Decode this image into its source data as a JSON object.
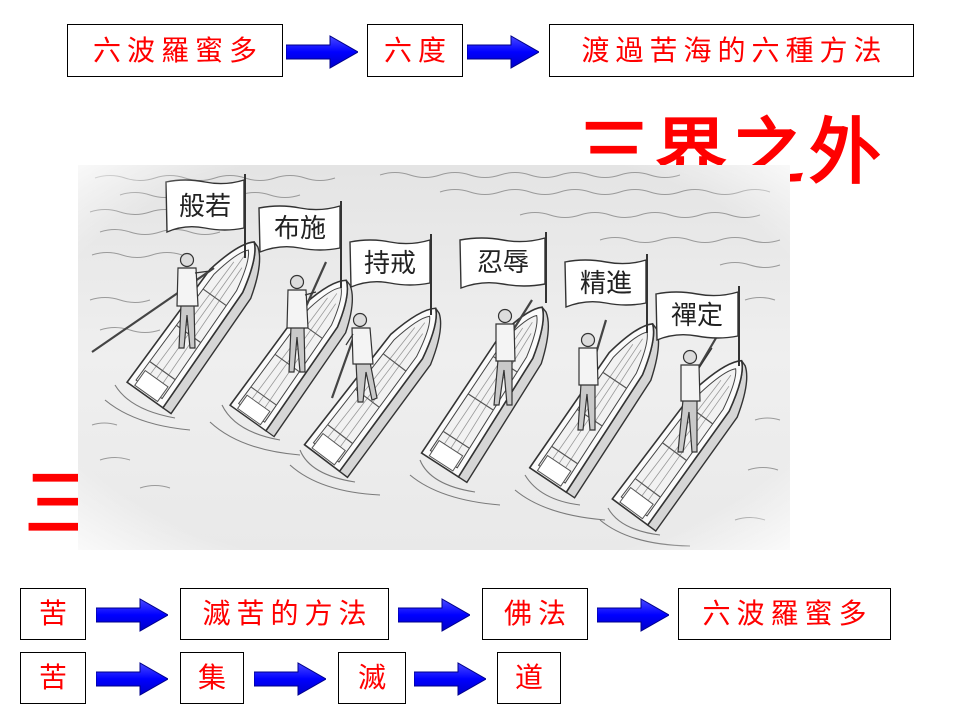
{
  "top_row": {
    "box1": "六波羅蜜多",
    "box2": "六度",
    "box3": "渡過苦海的六種方法"
  },
  "heading_outer": "三界之外",
  "heading_inner": "三界",
  "illustration": {
    "flags": [
      "般若",
      "布施",
      "持戒",
      "忍辱",
      "精進",
      "禪定"
    ]
  },
  "bottom_row1": [
    "苦",
    "滅苦的方法",
    "佛法",
    "六波羅蜜多"
  ],
  "bottom_row2": [
    "苦",
    "集",
    "滅",
    "道"
  ],
  "colors": {
    "text_red": "#FF0000",
    "arrow_blue": "#0000FF",
    "border": "#000000",
    "sketch_gray": "#555555"
  },
  "icons": {
    "arrow": "right-arrow-icon"
  }
}
